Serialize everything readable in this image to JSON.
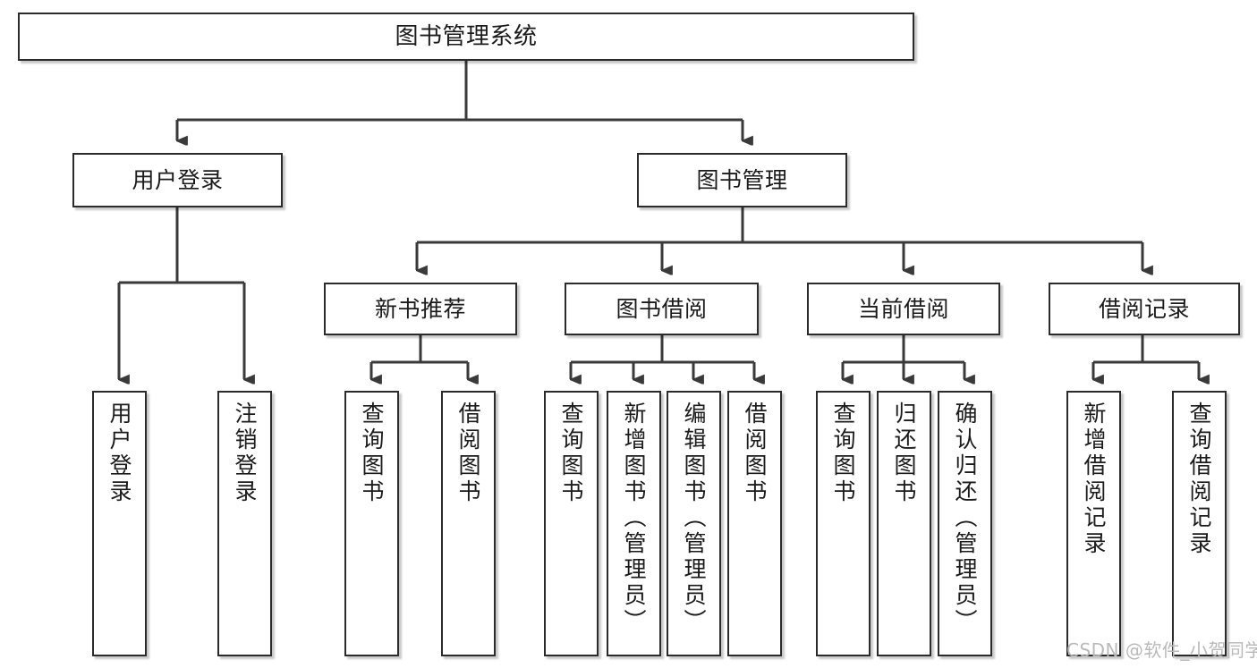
{
  "diagram": {
    "title": "图书管理系统",
    "type": "tree",
    "watermark": "CSDN @软件_小贺同学",
    "colors": {
      "box_border": "#2b2b2b",
      "box_fill": "#ffffff",
      "connector": "#3a3a3a",
      "text": "#1b1b1b",
      "watermark": "#b9b9b9",
      "background": "#ffffff"
    },
    "nodes": {
      "root": {
        "label": "图书管理系统",
        "level": 0,
        "orientation": "horizontal"
      },
      "level1": [
        {
          "id": "user-login",
          "label": "用户登录",
          "orientation": "horizontal"
        },
        {
          "id": "book-management",
          "label": "图书管理",
          "orientation": "horizontal"
        }
      ],
      "level2": [
        {
          "id": "new-book-recommend",
          "label": "新书推荐",
          "orientation": "horizontal",
          "parent": "book-management"
        },
        {
          "id": "book-borrow",
          "label": "图书借阅",
          "orientation": "horizontal",
          "parent": "book-management"
        },
        {
          "id": "current-borrow",
          "label": "当前借阅",
          "orientation": "horizontal",
          "parent": "book-management"
        },
        {
          "id": "borrow-record",
          "label": "借阅记录",
          "orientation": "horizontal",
          "parent": "book-management"
        }
      ],
      "leaves": [
        {
          "id": "leaf-user-login",
          "label": "用户登录",
          "orientation": "vertical",
          "parent": "user-login"
        },
        {
          "id": "leaf-logout",
          "label": "注销登录",
          "orientation": "vertical",
          "parent": "user-login"
        },
        {
          "id": "leaf-query-book-1",
          "label": "查询图书",
          "orientation": "vertical",
          "parent": "new-book-recommend"
        },
        {
          "id": "leaf-borrow-book-1",
          "label": "借阅图书",
          "orientation": "vertical",
          "parent": "new-book-recommend"
        },
        {
          "id": "leaf-query-book-2",
          "label": "查询图书",
          "orientation": "vertical",
          "parent": "book-borrow"
        },
        {
          "id": "leaf-add-book",
          "label": "新增图书（管理员）",
          "orientation": "vertical",
          "parent": "book-borrow"
        },
        {
          "id": "leaf-edit-book",
          "label": "编辑图书（管理员）",
          "orientation": "vertical",
          "parent": "book-borrow"
        },
        {
          "id": "leaf-borrow-book-2",
          "label": "借阅图书",
          "orientation": "vertical",
          "parent": "book-borrow"
        },
        {
          "id": "leaf-query-book-3",
          "label": "查询图书",
          "orientation": "vertical",
          "parent": "current-borrow"
        },
        {
          "id": "leaf-return-book",
          "label": "归还图书",
          "orientation": "vertical",
          "parent": "current-borrow"
        },
        {
          "id": "leaf-confirm-return",
          "label": "确认归还（管理员）",
          "orientation": "vertical",
          "parent": "current-borrow"
        },
        {
          "id": "leaf-add-record",
          "label": "新增借阅记录",
          "orientation": "vertical",
          "parent": "borrow-record"
        },
        {
          "id": "leaf-query-record",
          "label": "查询借阅记录",
          "orientation": "vertical",
          "parent": "borrow-record"
        }
      ]
    }
  }
}
